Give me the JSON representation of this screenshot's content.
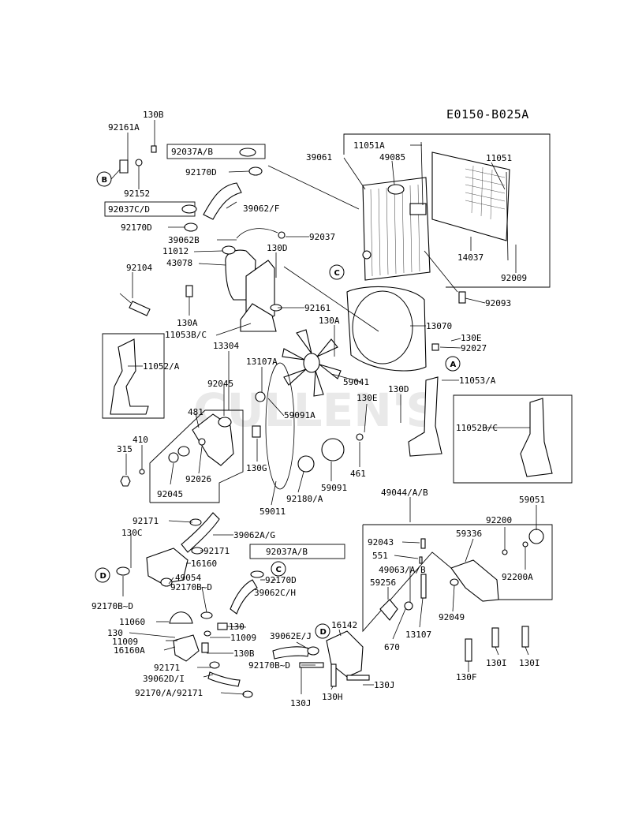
{
  "diagram_code": "E0150-B025A",
  "watermark": "CULLEN'S",
  "callouts": [
    "A",
    "B",
    "C",
    "D"
  ],
  "labels": [
    "130B",
    "92161A",
    "92152",
    "92037A/B",
    "92170D",
    "39062/F",
    "92037C/D",
    "92170D",
    "39062B",
    "92037",
    "11012",
    "43078",
    "130D",
    "92104",
    "130A",
    "92161",
    "11053B/C",
    "11052/A",
    "13304",
    "13107A",
    "92045",
    "481",
    "410",
    "315",
    "92026",
    "92045",
    "130G",
    "59091A",
    "59011",
    "92180/A",
    "59091",
    "461",
    "130E",
    "59041",
    "130A",
    "13070",
    "130E",
    "92027",
    "11053/A",
    "130D",
    "11052B/C",
    "39061",
    "11051A",
    "49085",
    "11051",
    "14037",
    "92009",
    "92093",
    "49044/A/B",
    "59051",
    "92200",
    "59336",
    "92043",
    "551",
    "49063/A/B",
    "92200A",
    "59256",
    "670",
    "13107",
    "92049",
    "130F",
    "130I",
    "130I",
    "92171",
    "39062A/G",
    "130C",
    "92171",
    "16160",
    "92037A/B",
    "49054",
    "92170D",
    "92170B~D",
    "39062C/H",
    "92170B~D",
    "11060",
    "130",
    "11009",
    "130",
    "11009",
    "16160A",
    "130B",
    "39062E/J",
    "16142",
    "92170B~D",
    "92171",
    "39062D/I",
    "92170/A/92171",
    "130J",
    "130H",
    "130J"
  ]
}
